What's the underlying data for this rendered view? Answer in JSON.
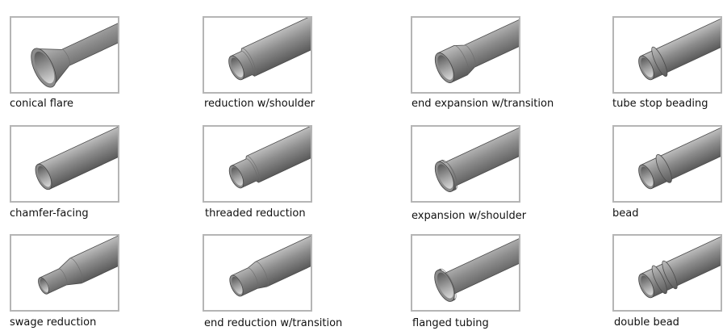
{
  "captions": [
    "conical flare",
    "reduction w/shoulder",
    "end expansion w/transition",
    "tube stop beading",
    "chamfer-facing",
    "threaded reduction",
    "expansion w/shoulder",
    "bead",
    "swage reduction",
    "end reduction w/transition",
    "flanged tubing",
    "double bead"
  ],
  "tiles": [
    {
      "icon": "conical-flare-tube-icon"
    },
    {
      "icon": "reduction-shoulder-tube-icon"
    },
    {
      "icon": "end-expansion-transition-tube-icon"
    },
    {
      "icon": "tube-stop-beading-tube-icon"
    },
    {
      "icon": "chamfer-facing-tube-icon"
    },
    {
      "icon": "threaded-reduction-tube-icon"
    },
    {
      "icon": "expansion-shoulder-tube-icon"
    },
    {
      "icon": "bead-tube-icon"
    },
    {
      "icon": "swage-reduction-tube-icon"
    },
    {
      "icon": "end-reduction-transition-tube-icon"
    },
    {
      "icon": "flanged-tubing-tube-icon"
    },
    {
      "icon": "double-bead-tube-icon"
    }
  ],
  "colors": {
    "frame_border": "#b5b5b5",
    "tube_light": "#bdbdbd",
    "tube_mid": "#8c8c8c",
    "tube_dark": "#5a5a5a",
    "tube_inner": "#d9d9d9"
  }
}
